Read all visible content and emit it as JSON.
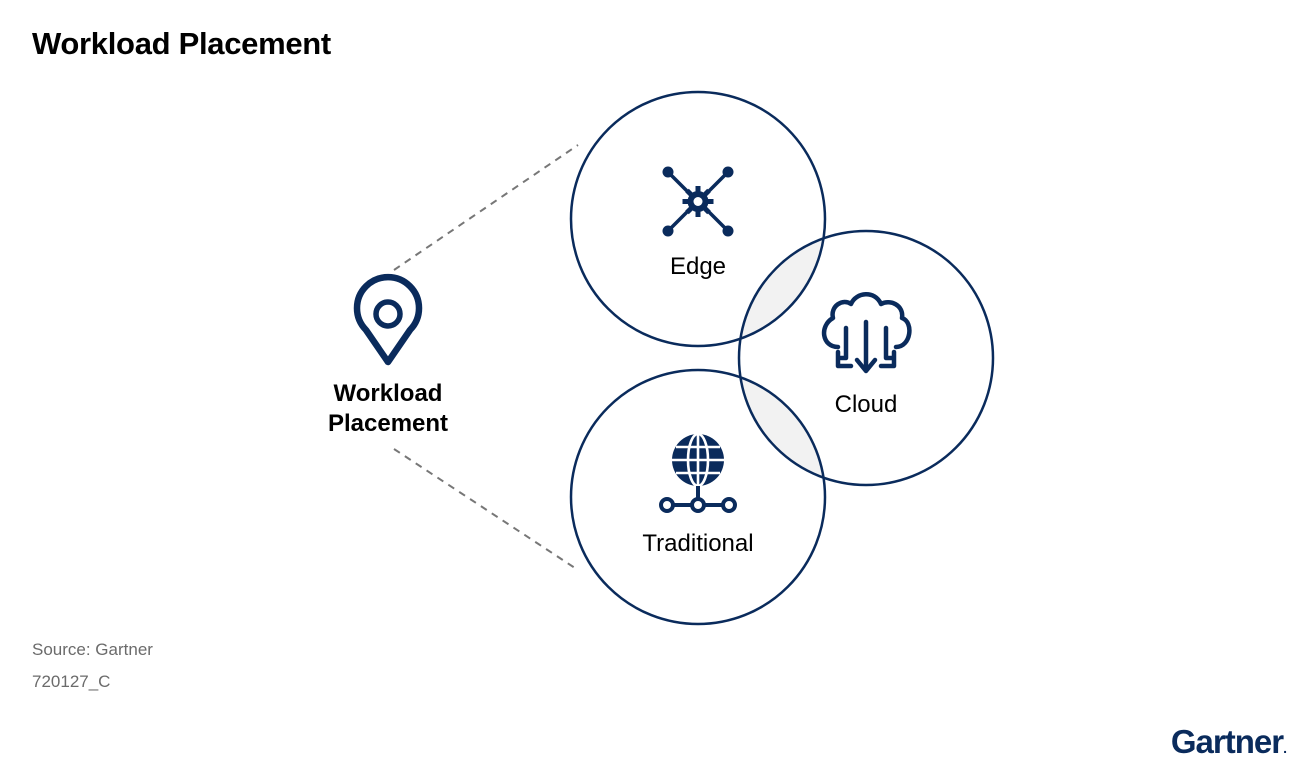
{
  "title": "Workload Placement",
  "center_label": {
    "line1": "Workload",
    "line2": "Placement"
  },
  "circles": [
    {
      "label": "Edge",
      "icon": "edge-gear-network-icon"
    },
    {
      "label": "Cloud",
      "icon": "cloud-download-icon"
    },
    {
      "label": "Traditional",
      "icon": "globe-network-icon"
    }
  ],
  "center_icon": "location-pin-icon",
  "source": "Source: Gartner",
  "figure_id": "720127_C",
  "logo": "Gartner",
  "colors": {
    "navy": "#0a2b5c",
    "overlap_fill": "#f2f2f2",
    "dashed_line": "#777777",
    "source_text": "#6b6b6b"
  }
}
